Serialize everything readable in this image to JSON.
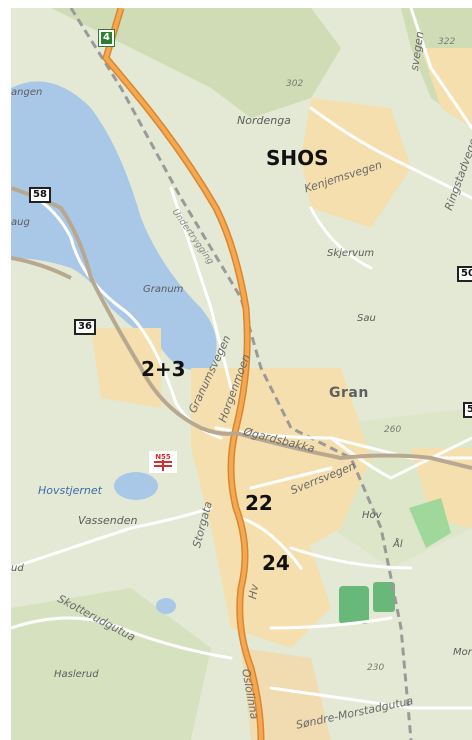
{
  "map": {
    "colors": {
      "land": "#e3e9d4",
      "forest": "#cfdcb6",
      "lake": "#a9c8e8",
      "urban": "#f6dfae",
      "main_road": "#f6a850",
      "main_road_casing": "#d98630",
      "minor_road": "#ffffff",
      "railway": "#9a9a9a",
      "sports": "#68b879"
    },
    "route_shields": [
      {
        "id": "4",
        "style": "green"
      },
      {
        "id": "58",
        "style": "white"
      },
      {
        "id": "36",
        "style": "white"
      },
      {
        "id": "50",
        "style": "white"
      },
      {
        "id": "5",
        "style": "white"
      }
    ],
    "annotations": [
      "SHOS",
      "2+3",
      "22",
      "24"
    ],
    "town": "Gran",
    "places": [
      "Nordenga",
      "Skjervum",
      "Granum",
      "Sau",
      "Vassenden",
      "Hov",
      "Ål",
      "Haslerud",
      "Mor"
    ],
    "water": [
      "Hovstjernet"
    ],
    "roads": [
      "Kenjemsvegen",
      "Ringstadvegen",
      "Granumsvegen",
      "Horgenmoen",
      "Øgardsbakka",
      "Storgata",
      "Sverrsvegen",
      "Hv",
      "Skotterudgutua",
      "Søndre-Morstadgutua",
      "Oslolinna",
      "svegen",
      "Undertrygging"
    ],
    "contours": [
      "302",
      "322",
      "260",
      "230"
    ],
    "edge_labels": [
      "angen",
      "aug",
      "ud"
    ],
    "hospital_icon": "hospital-icon"
  }
}
